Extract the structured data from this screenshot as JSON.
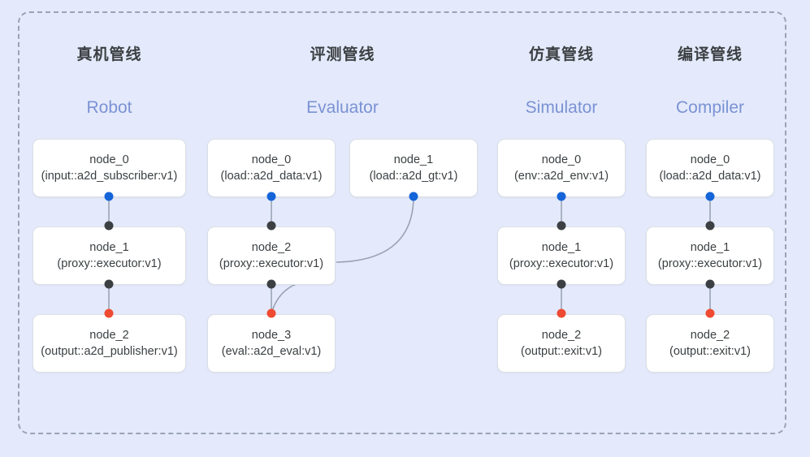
{
  "diagram": {
    "frame": {
      "style": "dashed-rounded-container"
    },
    "background_color": "#e4eafb",
    "accent_blue": "#1565d8",
    "accent_red": "#ef4a32",
    "subtitle_color": "#7b92d4",
    "title_color": "#3c4043"
  },
  "columns": [
    {
      "id": "robot",
      "title_cn": "真机管线",
      "title_en": "Robot",
      "nodes": [
        {
          "name": "node_0",
          "type": "(input::a2d_subscriber:v1)"
        },
        {
          "name": "node_1",
          "type": "(proxy::executor:v1)"
        },
        {
          "name": "node_2",
          "type": "(output::a2d_publisher:v1)"
        }
      ]
    },
    {
      "id": "evaluator",
      "title_cn": "评测管线",
      "title_en": "Evaluator",
      "nodes": [
        {
          "name": "node_0",
          "type": "(load::a2d_data:v1)"
        },
        {
          "name": "node_1",
          "type": "(load::a2d_gt:v1)"
        },
        {
          "name": "node_2",
          "type": "(proxy::executor:v1)"
        },
        {
          "name": "node_3",
          "type": "(eval::a2d_eval:v1)"
        }
      ]
    },
    {
      "id": "simulator",
      "title_cn": "仿真管线",
      "title_en": "Simulator",
      "nodes": [
        {
          "name": "node_0",
          "type": "(env::a2d_env:v1)"
        },
        {
          "name": "node_1",
          "type": "(proxy::executor:v1)"
        },
        {
          "name": "node_2",
          "type": "(output::exit:v1)"
        }
      ]
    },
    {
      "id": "compiler",
      "title_cn": "编译管线",
      "title_en": "Compiler",
      "nodes": [
        {
          "name": "node_0",
          "type": "(load::a2d_data:v1)"
        },
        {
          "name": "node_1",
          "type": "(proxy::executor:v1)"
        },
        {
          "name": "node_2",
          "type": "(output::exit:v1)"
        }
      ]
    }
  ]
}
